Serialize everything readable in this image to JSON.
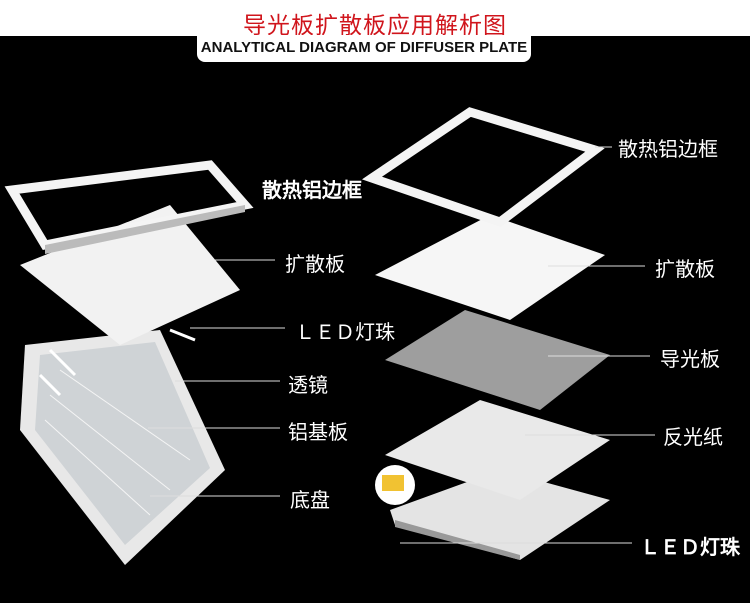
{
  "header": {
    "title": "导光板扩散板应用解析图",
    "subtitle": "ANALYTICAL DIAGRAM OF DIFFUSER PLATE"
  },
  "left_labels": [
    "散热铝边框",
    "扩散板",
    "ＬＥＤ灯珠",
    "透镜",
    "铝基板",
    "底盘"
  ],
  "right_labels": [
    "散热铝边框",
    "扩散板",
    "导光板",
    "反光纸",
    "ＬＥＤ灯珠"
  ],
  "colors": {
    "title": "#d0151c",
    "background": "#000000"
  }
}
